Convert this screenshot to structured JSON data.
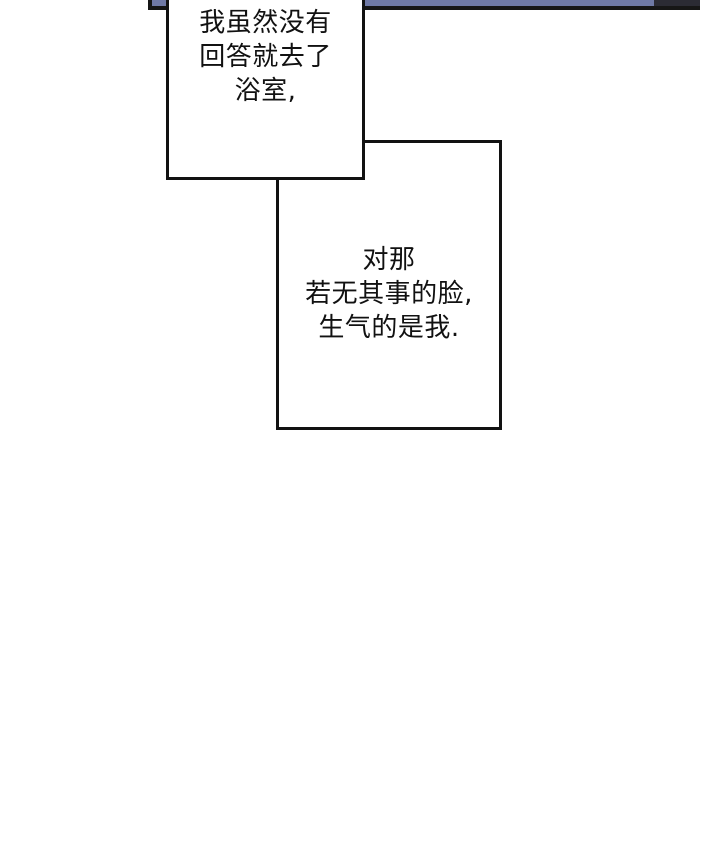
{
  "captions": [
    {
      "lines": [
        "我虽然没有",
        "回答就去了",
        "浴室,"
      ]
    },
    {
      "lines": [
        "对那",
        "若无其事的脸,",
        "生气的是我."
      ]
    }
  ],
  "colors": {
    "background": "#ffffff",
    "panel_fill": "#6f79a6",
    "border": "#121212"
  }
}
